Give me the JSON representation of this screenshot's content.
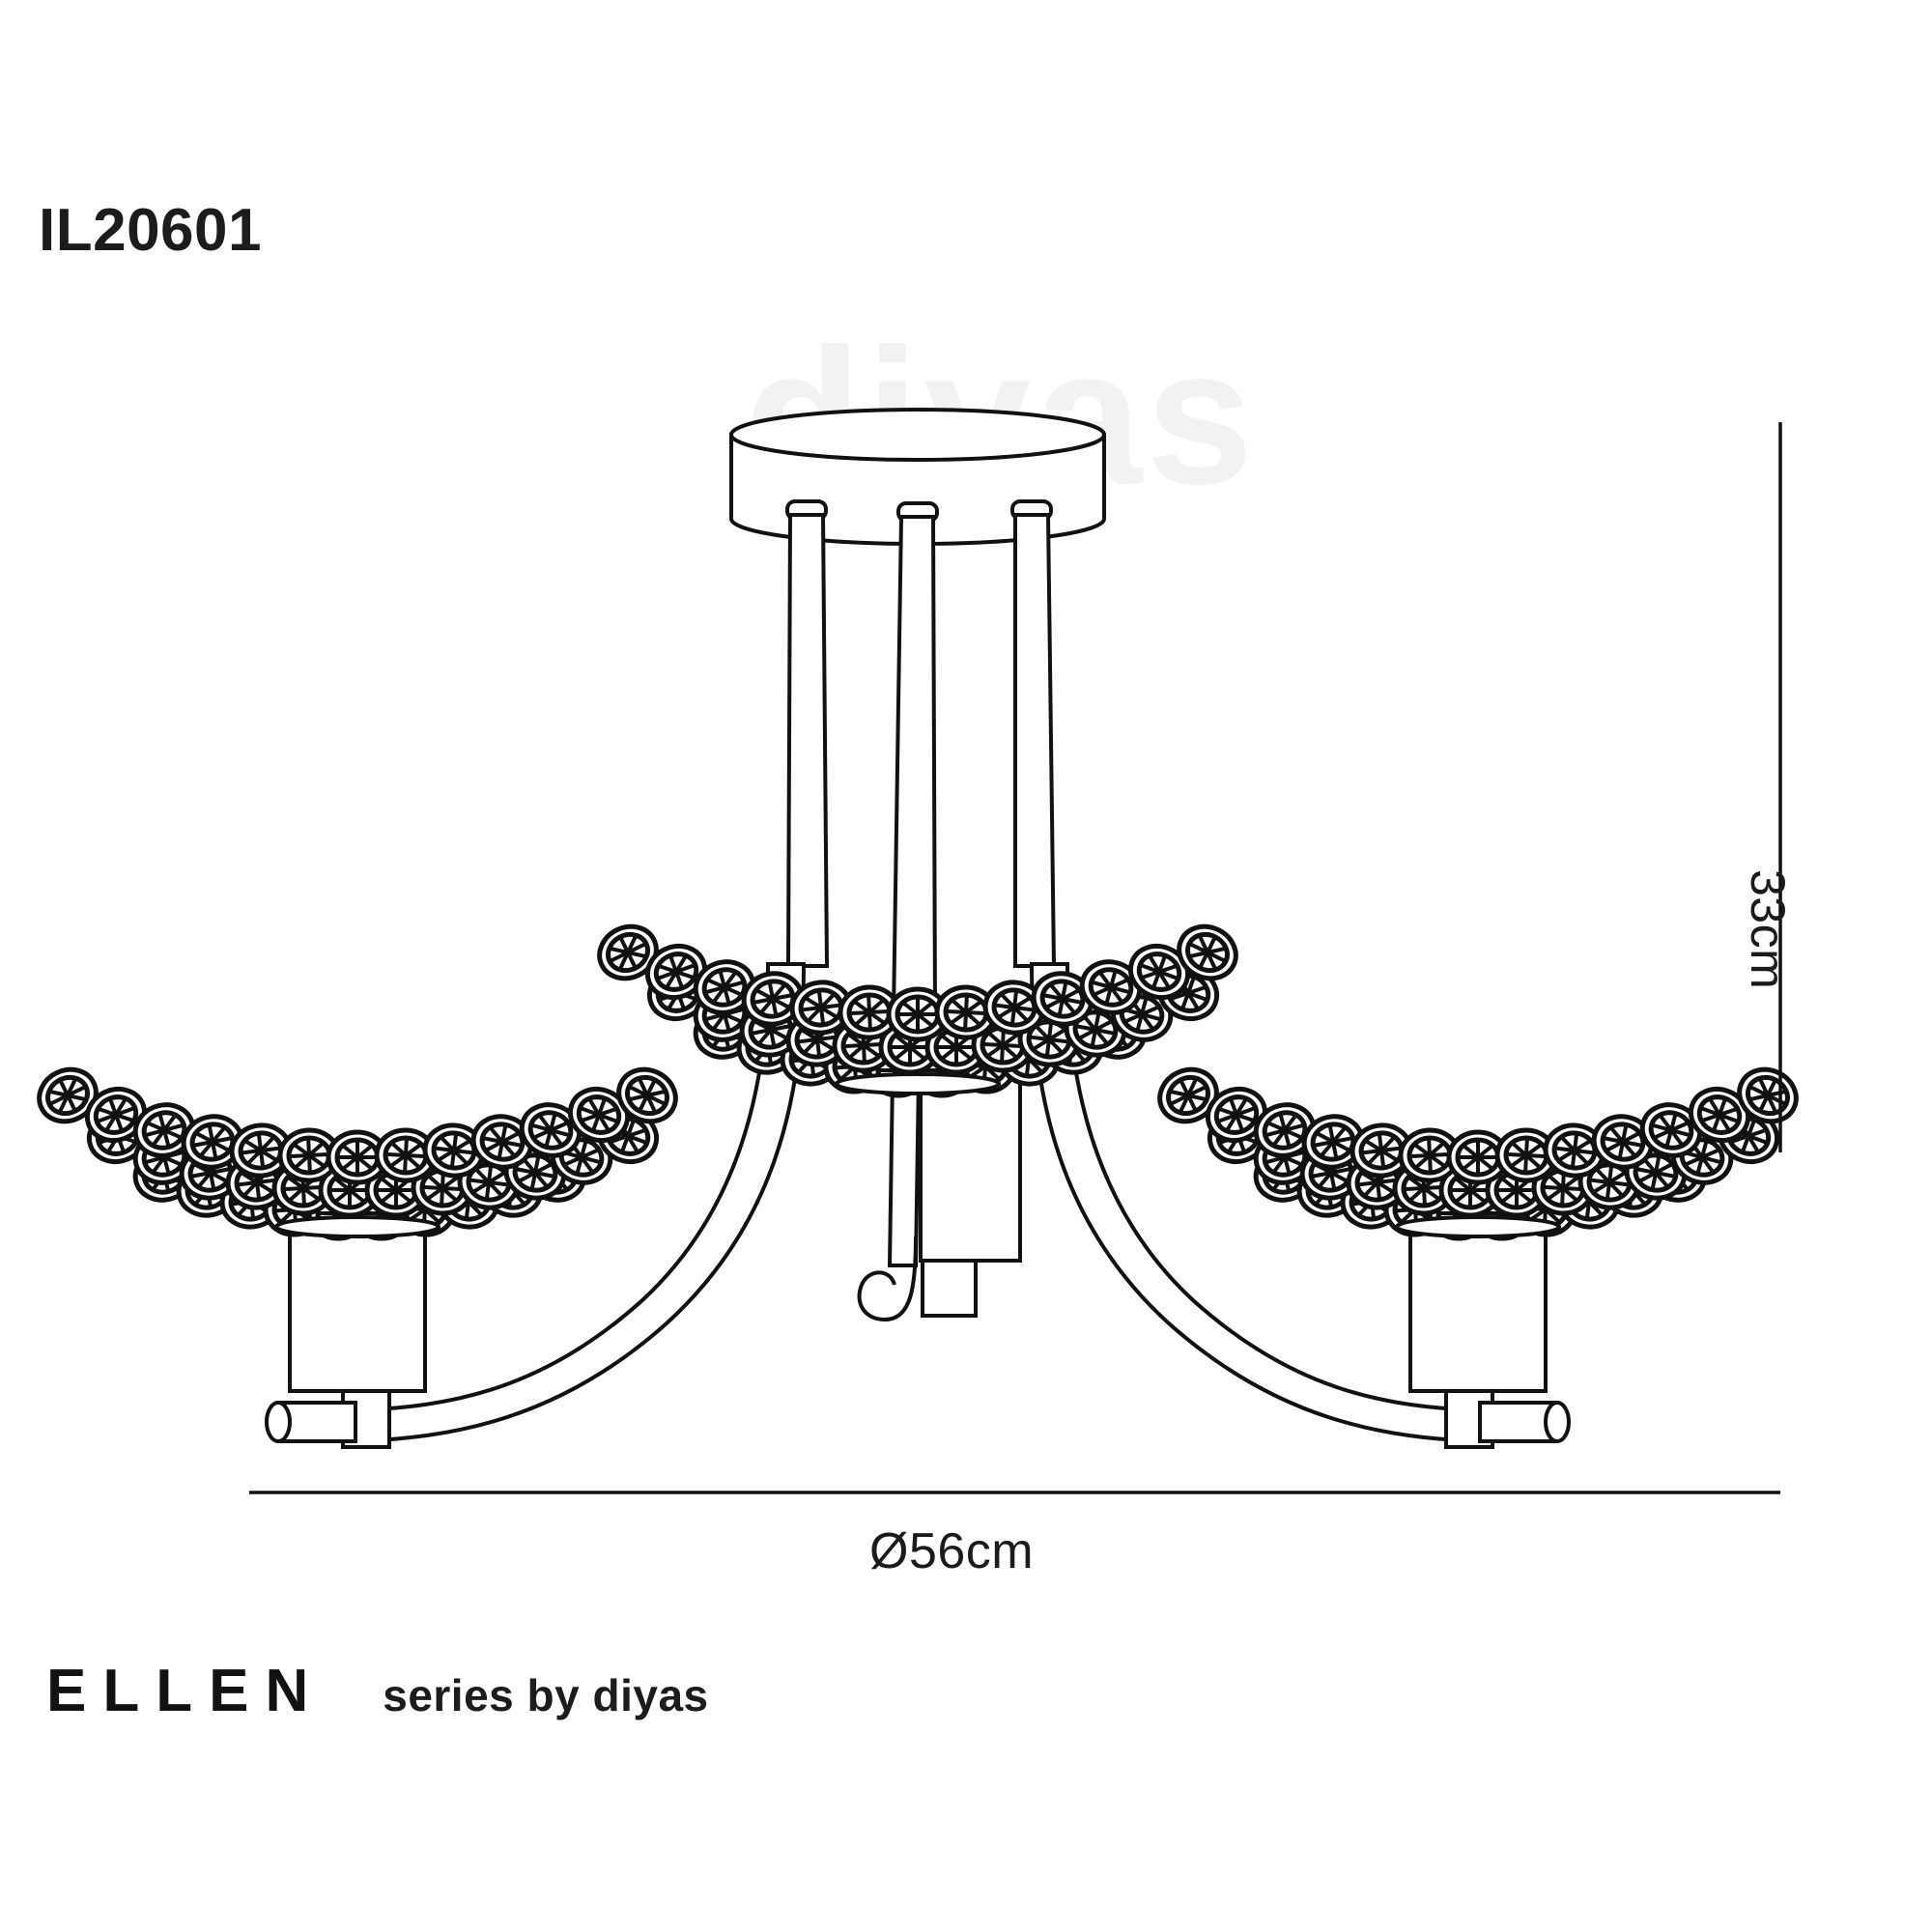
{
  "page": {
    "background_color": "#ffffff",
    "line_color": "#1a1a1a",
    "watermark_color": "#f2f2f2"
  },
  "product_code": "IL20601",
  "watermark": {
    "text": "diyas"
  },
  "dimensions": {
    "height_label": "33cm",
    "width_label": "Ø56cm",
    "height_value": 33,
    "width_value": 56,
    "unit": "cm",
    "diameter_symbol": "Ø"
  },
  "footer": {
    "series_name": "ELLEN",
    "tagline": "series by diyas"
  },
  "product": {
    "type": "semi-flush ceiling light",
    "lamp_count": 3,
    "shade_style": "crystal disc bowl",
    "components": [
      "ceiling-plate",
      "drop-stems",
      "curved-arms",
      "crystal-bowl-shades",
      "lamp-holders",
      "tube-finials",
      "center-hook"
    ]
  }
}
